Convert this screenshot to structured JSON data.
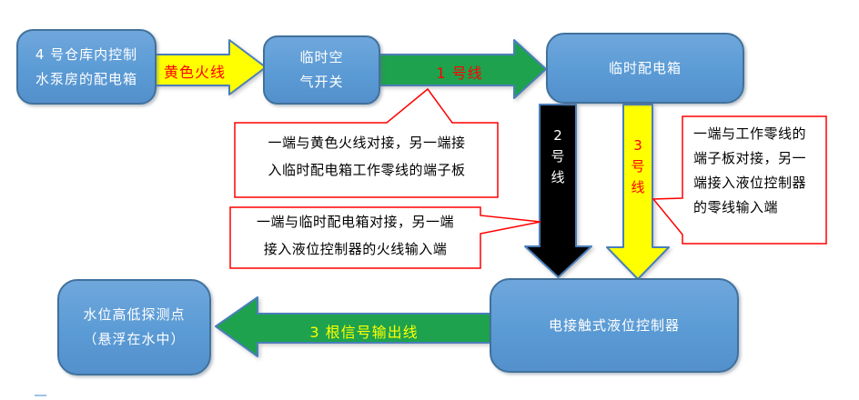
{
  "diagram": {
    "nodes": [
      {
        "id": "warehouse-distribution-box",
        "lines": [
          "4 号仓库内控制",
          "水泵房的配电箱"
        ]
      },
      {
        "id": "temp-air-switch",
        "lines": [
          "临时空",
          "气开关"
        ]
      },
      {
        "id": "temp-distribution-box",
        "lines": [
          "临时配电箱"
        ]
      },
      {
        "id": "liquid-level-controller",
        "lines": [
          "电接触式液位控制器"
        ]
      },
      {
        "id": "water-level-probe",
        "lines": [
          "水位高低探测点",
          "（悬浮在水中）"
        ]
      }
    ],
    "arrows": [
      {
        "id": "yellow-live-wire",
        "label": "黄色火线",
        "direction": "right",
        "fill": "#FFFF00",
        "label_color": "#FF0000"
      },
      {
        "id": "wire-1",
        "label": "1 号线",
        "direction": "right",
        "fill": "#1EA24D",
        "label_color": "#FF0000"
      },
      {
        "id": "wire-2",
        "label": "2号线",
        "chars": [
          "2",
          "号",
          "线"
        ],
        "direction": "down",
        "fill": "#000000",
        "label_color": "#FFFFFF"
      },
      {
        "id": "wire-3",
        "label": "3号线",
        "chars": [
          "3",
          "号",
          "线"
        ],
        "direction": "down",
        "fill": "#FFFF00",
        "label_color": "#FF0000"
      },
      {
        "id": "signal-output",
        "label": "3 根信号输出线",
        "direction": "left",
        "fill": "#1EA24D",
        "label_color": "#FFFF00"
      }
    ],
    "callouts": [
      {
        "id": "wire-1-note",
        "lines": [
          "一端与黄色火线对接，另一端接",
          "入临时配电箱工作零线的端子板"
        ]
      },
      {
        "id": "wire-2-note",
        "lines": [
          "一端与临时配电箱对接，另一端",
          "接入液位控制器的火线输入端"
        ]
      },
      {
        "id": "wire-3-note",
        "lines": [
          "一端与工作零线的",
          "端子板对接，另一",
          "端接入液位控制器",
          "的零线输入端"
        ]
      }
    ],
    "colors": {
      "node_fill": "#5B9BD5",
      "node_border": "#41719C",
      "arrow_border": "#4A7EBB",
      "green": "#1EA24D",
      "yellow": "#FFFF00",
      "black": "#000000",
      "red": "#FF0000",
      "callout_border": "#FF0000",
      "node_text": "#FFFFFF",
      "callout_text": "#000000"
    }
  }
}
